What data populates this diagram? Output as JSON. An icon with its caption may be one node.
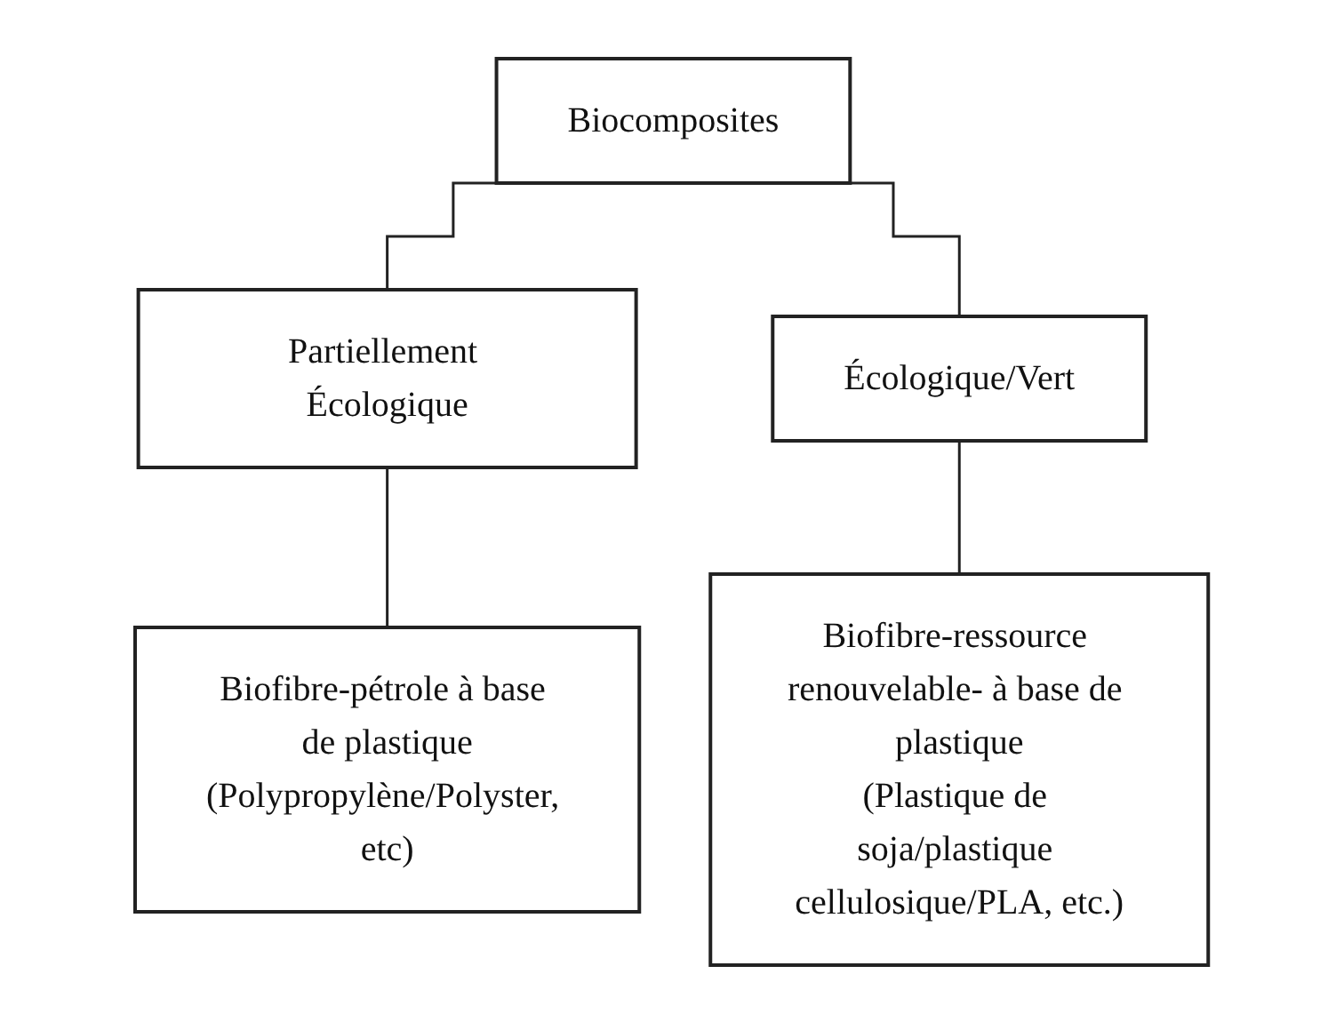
{
  "diagram": {
    "nodes": [
      {
        "text": [
          "Biocomposites"
        ]
      },
      {
        "text": [
          "Partiellement Écologique"
        ]
      },
      {
        "text": [
          "Écologique/Vert"
        ]
      },
      {
        "text": [
          "Biofibre-pétrole à base de plastique",
          "(Polypropylène/Polyster, etc)"
        ]
      },
      {
        "text": [
          "Biofibre-ressource renouvelable- à base de plastique",
          "(Plastique de soja/plastique cellulosique/PLA, etc.)"
        ]
      }
    ],
    "edges": [
      {
        "from": 0,
        "to": 1,
        "arrow": "none"
      },
      {
        "from": 0,
        "to": 2,
        "arrow": "none"
      },
      {
        "from": 1,
        "to": 3,
        "arrow": "none"
      },
      {
        "from": 2,
        "to": 4,
        "arrow": "none"
      }
    ]
  }
}
